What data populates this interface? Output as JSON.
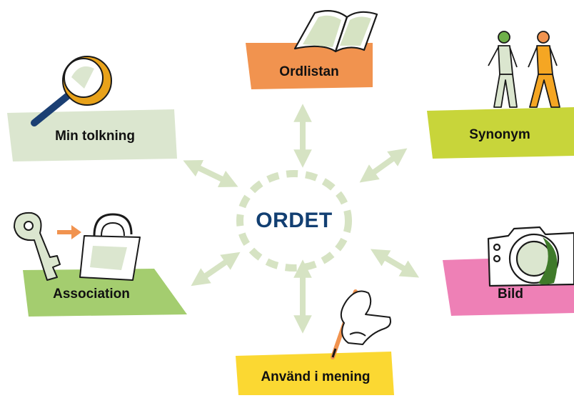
{
  "center": {
    "label": "ORDET"
  },
  "nodes": {
    "ordlistan": {
      "label": "Ordlistan"
    },
    "synonym": {
      "label": "Synonym"
    },
    "min_tolkning": {
      "label": "Min tolkning"
    },
    "association": {
      "label": "Association"
    },
    "bild": {
      "label": "Bild"
    },
    "anvand_i_mening": {
      "label": "Använd i mening"
    }
  },
  "colors": {
    "center_text": "#123f72",
    "dashed_ring": "#d6e3c3",
    "arrows": "#d6e3c3",
    "ordlistan_fill": "#f1934f",
    "synonym_fill": "#c8d53a",
    "min_tolkning_fill": "#dbe6cf",
    "association_fill": "#a4cd6f",
    "bild_fill": "#ee80b6",
    "anvand_i_mening_fill": "#fbd832"
  },
  "icons": {
    "ordlistan": "open-book-icon",
    "synonym": "walking-people-icon",
    "min_tolkning": "magnifying-glass-icon",
    "association": "key-lock-icon",
    "bild": "camera-icon",
    "anvand_i_mening": "hand-writing-icon"
  }
}
